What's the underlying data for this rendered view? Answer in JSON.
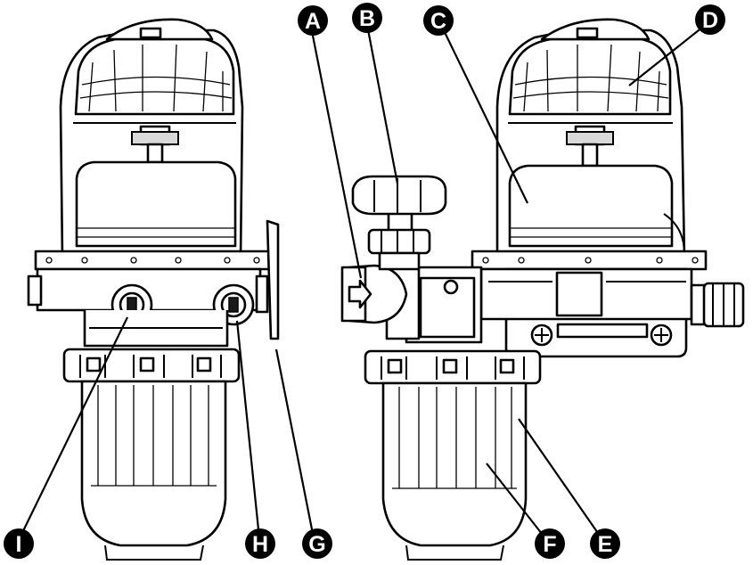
{
  "callouts": [
    {
      "id": "A",
      "label": "A"
    },
    {
      "id": "B",
      "label": "B"
    },
    {
      "id": "C",
      "label": "C"
    },
    {
      "id": "D",
      "label": "D"
    },
    {
      "id": "E",
      "label": "E"
    },
    {
      "id": "F",
      "label": "F"
    },
    {
      "id": "G",
      "label": "G"
    },
    {
      "id": "H",
      "label": "H"
    },
    {
      "id": "I",
      "label": "I"
    }
  ],
  "colors": {
    "line": "#000000",
    "background": "#ffffff",
    "badge": "#000000",
    "badge_text": "#ffffff"
  }
}
